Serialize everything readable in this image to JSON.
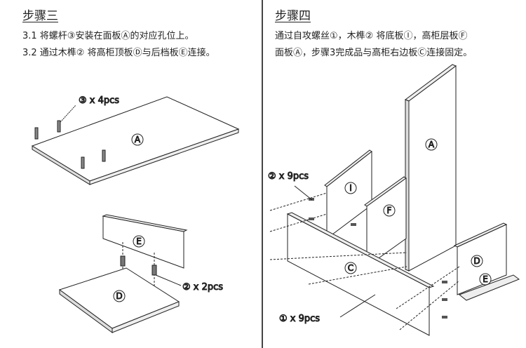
{
  "step3": {
    "title": "步骤三",
    "lines": [
      "3.1 将螺杆③安装在面板Ⓐ的对应孔位上。",
      "3.2 通过木榫② 将高柜顶板Ⓓ与后档板Ⓔ连接。"
    ],
    "parts": {
      "a": "A",
      "e": "E",
      "d": "D"
    },
    "callouts": {
      "bolts": "③ x 4pcs",
      "dowels": "② x 2pcs"
    }
  },
  "step4": {
    "title": "步骤四",
    "lines": [
      "通过自攻螺丝①，木榫② 将底板Ⓘ，高柜层板Ⓕ",
      "面板Ⓐ，步骤3完成品与高柜右边板Ⓒ连接固定。"
    ],
    "parts": {
      "a": "A",
      "i": "I",
      "f": "F",
      "c": "C",
      "d": "D",
      "e": "E"
    },
    "callouts": {
      "dowels": "② x 9pcs",
      "screws": "① x 9pcs"
    }
  }
}
